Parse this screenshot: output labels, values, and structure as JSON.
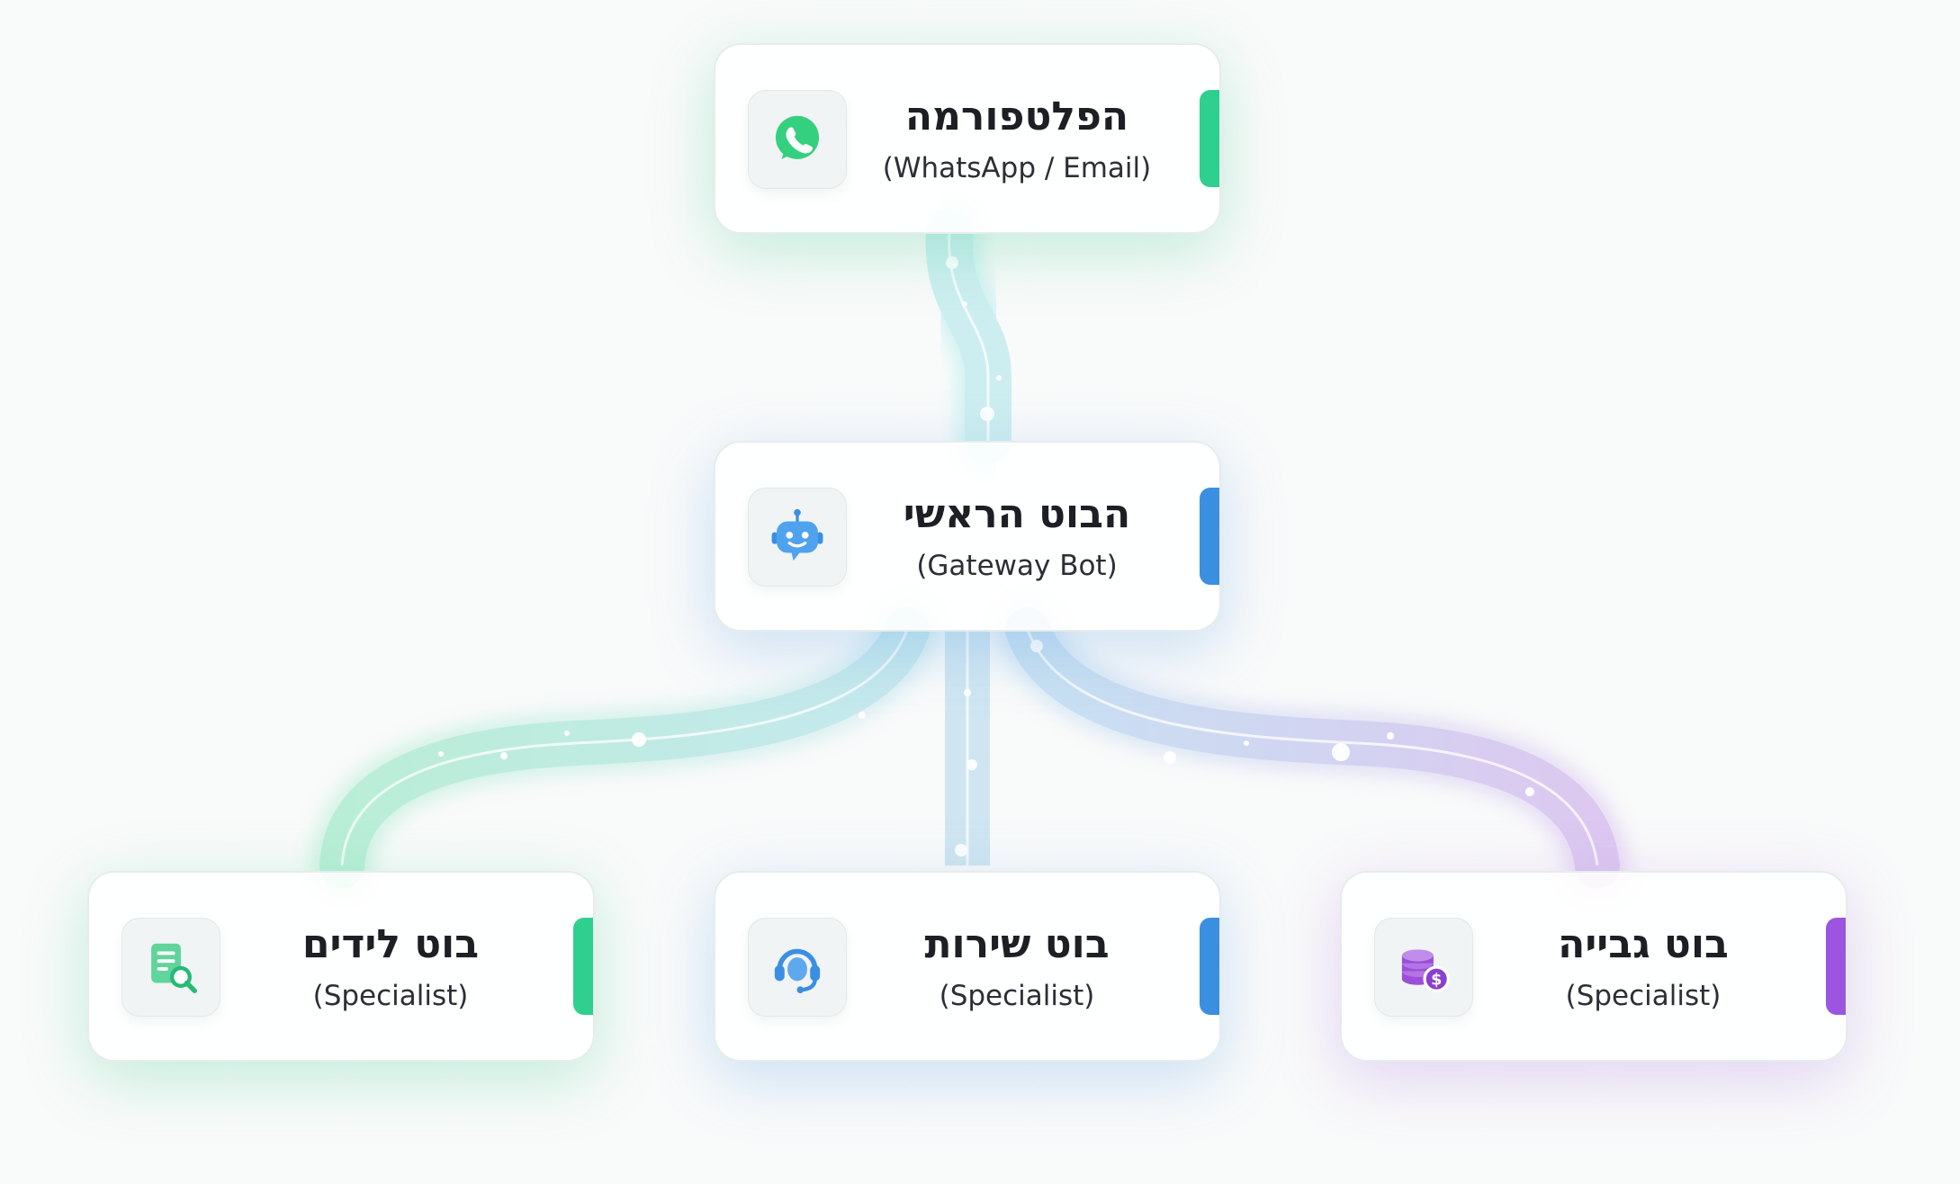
{
  "nodes": {
    "platform": {
      "title": "הפלטפורמה",
      "subtitle": "(WhatsApp / Email)",
      "icon": "whatsapp-icon",
      "accent_color": "#2ecf8f"
    },
    "gateway": {
      "title": "הבוט הראשי",
      "subtitle": "(Gateway Bot)",
      "icon": "robot-icon",
      "accent_color": "#3b8fe0"
    },
    "leads": {
      "title": "בוט לידים",
      "subtitle": "(Specialist)",
      "icon": "lead-search-icon",
      "accent_color": "#2ecf8f"
    },
    "service": {
      "title": "בוט שירות",
      "subtitle": "(Specialist)",
      "icon": "headset-icon",
      "accent_color": "#3b8fe0"
    },
    "billing": {
      "title": "בוט גבייה",
      "subtitle": "(Specialist)",
      "icon": "coins-dollar-icon",
      "accent_color": "#9b55e0"
    }
  },
  "connections": [
    {
      "from": "platform",
      "to": "gateway"
    },
    {
      "from": "gateway",
      "to": "leads"
    },
    {
      "from": "gateway",
      "to": "service"
    },
    {
      "from": "gateway",
      "to": "billing"
    }
  ],
  "colors": {
    "green": "#2ecf8f",
    "blue": "#3b8fe0",
    "purple": "#9b55e0",
    "background": "#f9fafa"
  }
}
